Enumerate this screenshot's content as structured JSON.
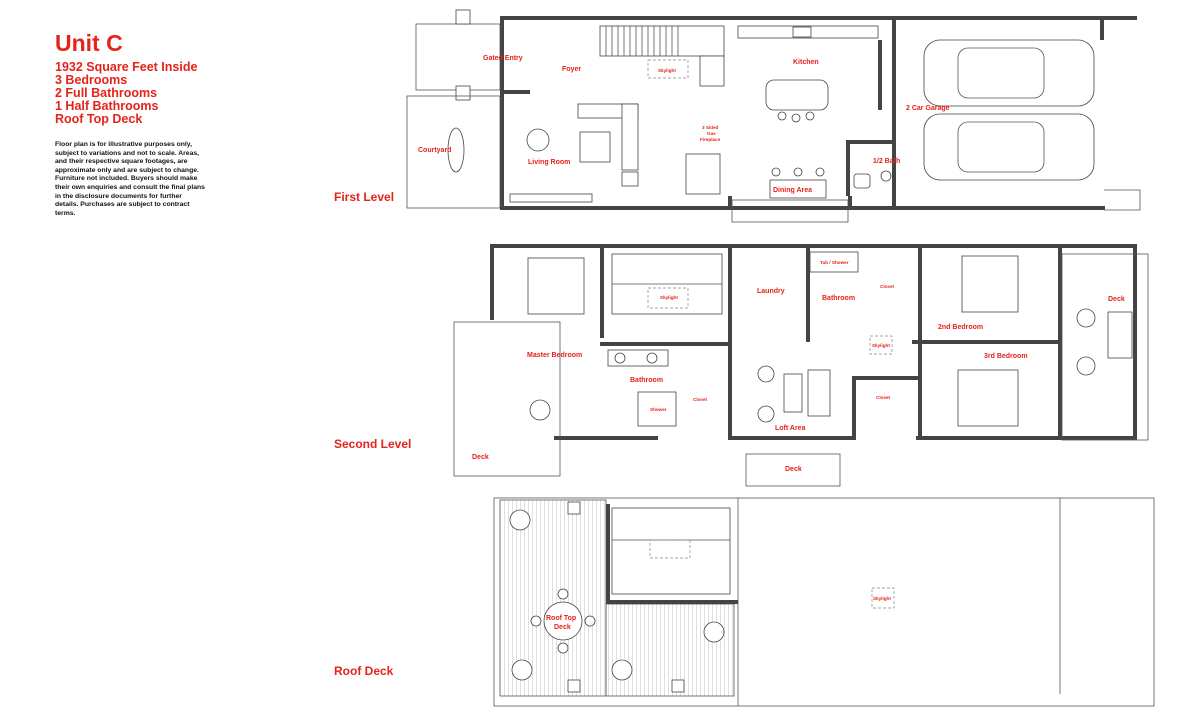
{
  "unit": {
    "title": "Unit C",
    "specs": [
      "1932 Square Feet Inside",
      "3 Bedrooms",
      "2 Full Bathrooms",
      "1 Half Bathrooms",
      "Roof Top Deck"
    ],
    "disclaimer": "Floor plan is for illustrative purposes only, subject to variations and not to scale. Areas, and their respective square footages, are approximate only and are subject to change. Furniture not included. Buyers should make their own enquiries and consult the final plans in the disclosure documents for further details. Purchases are subject to contract terms."
  },
  "levels": {
    "first": "First Level",
    "second": "Second Level",
    "roof": "Roof Deck"
  },
  "rooms": {
    "first": {
      "gated_entry": "Gated Entry",
      "foyer": "Foyer",
      "skylight": "Skylight",
      "kitchen": "Kitchen",
      "garage": "2 Car Garage",
      "courtyard": "Courtyard",
      "living_room": "Living Room",
      "fireplace": [
        "3 Sided",
        "Gas",
        "Fireplace"
      ],
      "half_bath": "1/2 Bath",
      "dining_area": "Dining Area"
    },
    "second": {
      "skylight": "Skylight",
      "laundry": "Laundry",
      "tub_shower": "Tub / Shower",
      "bathroom_shared": "Bathroom",
      "closet_a": "Closet",
      "second_bedroom": "2nd Bedroom",
      "deck_right": "Deck",
      "master_bedroom": "Master Bedroom",
      "bathroom_master": "Bathroom",
      "closet_master": "Closet",
      "shower": "Shower",
      "skylight_hall": "Skylight",
      "third_bedroom": "3rd Bedroom",
      "closet_b": "Closet",
      "loft_area": "Loft Area",
      "deck_left": "Deck",
      "deck_bottom": "Deck"
    },
    "roof": {
      "roof_top_deck": [
        "Roof Top",
        "Deck"
      ],
      "skylight": "Skylight"
    }
  },
  "colors": {
    "accent": "#e4231b",
    "wall": "#444444"
  }
}
